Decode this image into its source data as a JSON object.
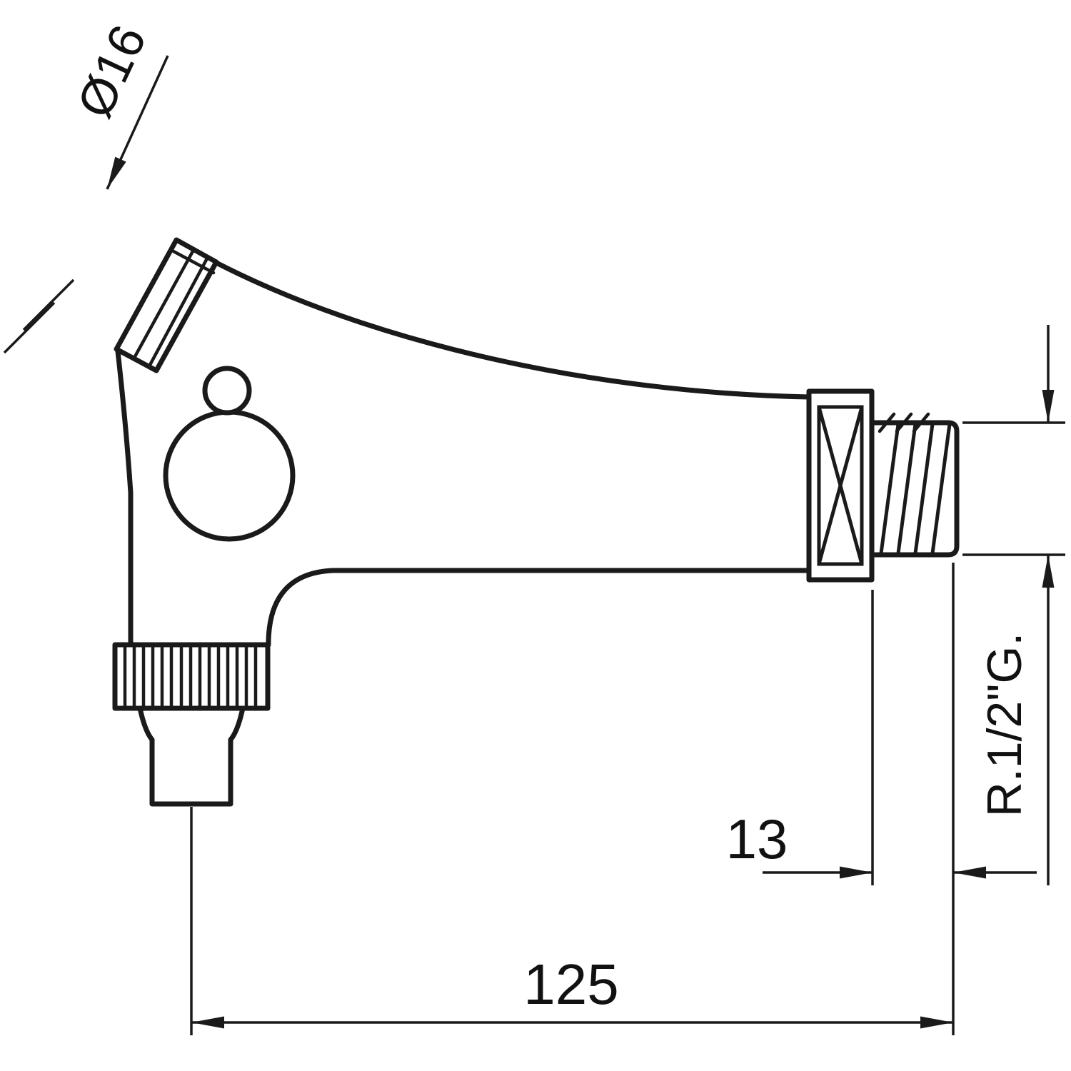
{
  "colors": {
    "line": "#1a1a1a",
    "text": "#111111",
    "background": "#ffffff"
  },
  "dimensions": {
    "spout_diameter": "Ø16",
    "thread_offset": "13",
    "overall_length": "125",
    "thread_spec": "R.1/2\"G."
  }
}
